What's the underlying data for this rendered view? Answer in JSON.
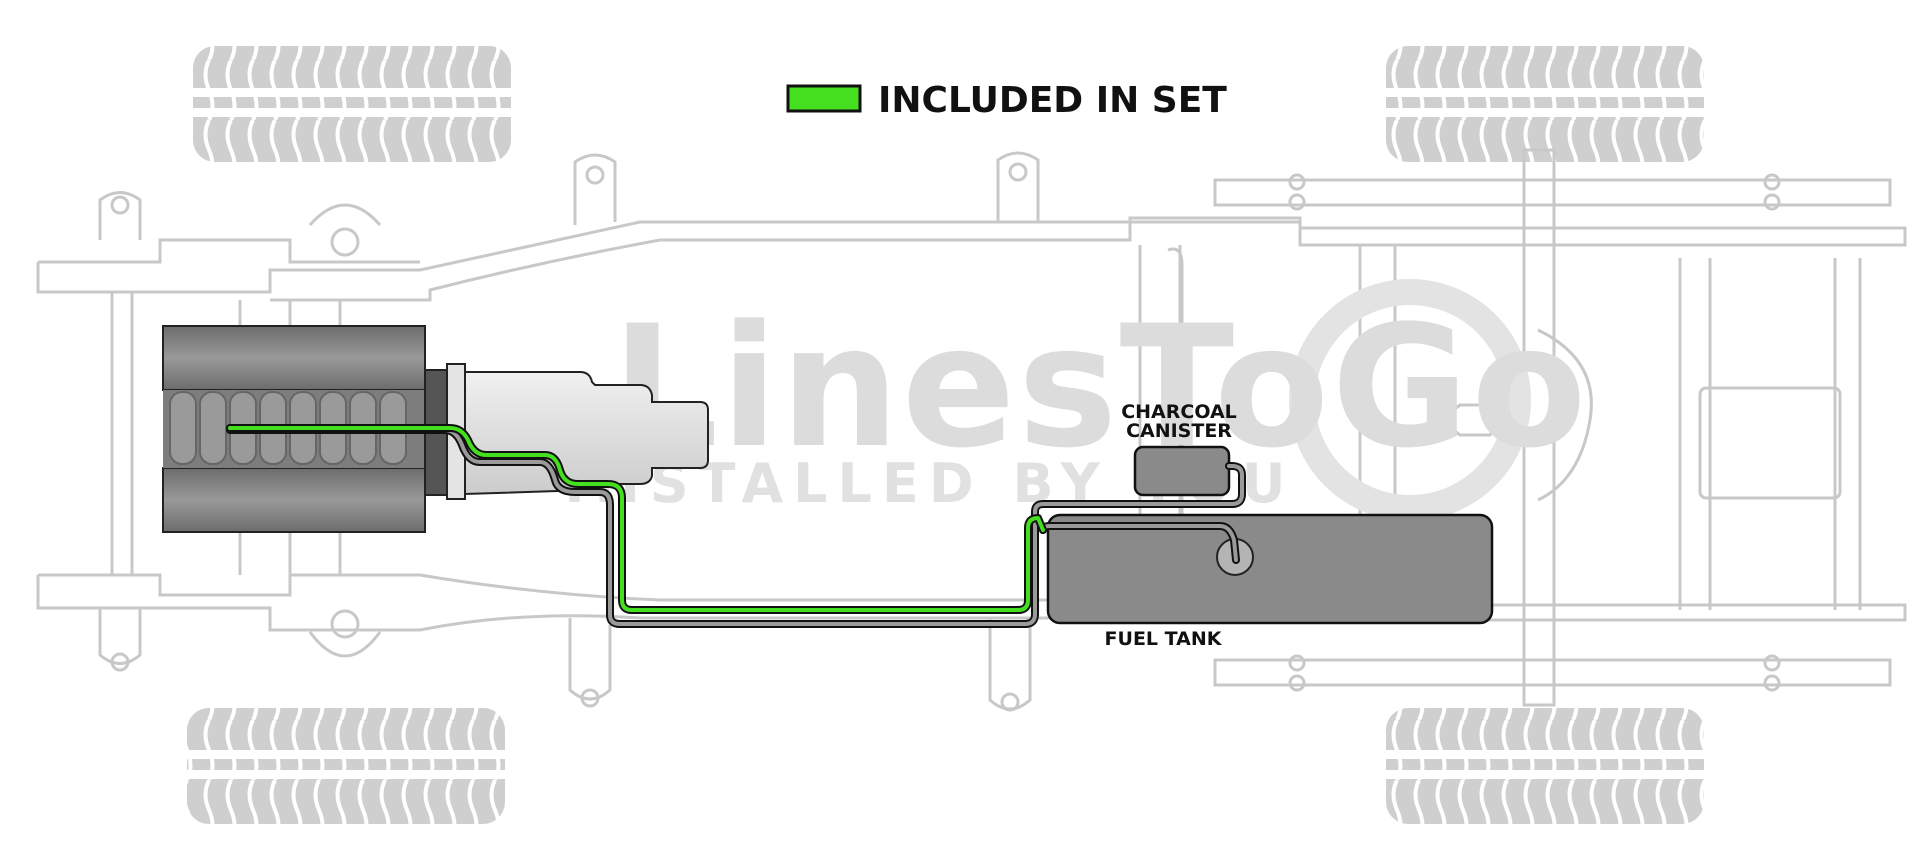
{
  "legend": {
    "label": "INCLUDED IN SET",
    "swatch_color": "#44e020"
  },
  "labels": {
    "charcoal_canister_line1": "CHARCOAL",
    "charcoal_canister_line2": "CANISTER",
    "fuel_tank": "FUEL TANK"
  },
  "watermark": {
    "brand": "LinesToGo",
    "tagline": "INSTALLED BY YOU"
  },
  "colors": {
    "included_line": "#44e020",
    "existing_line": "#7a7a7a",
    "frame": "#c8c8c8",
    "tire": "#cfcfcf",
    "tank": "#8a8a8a"
  }
}
